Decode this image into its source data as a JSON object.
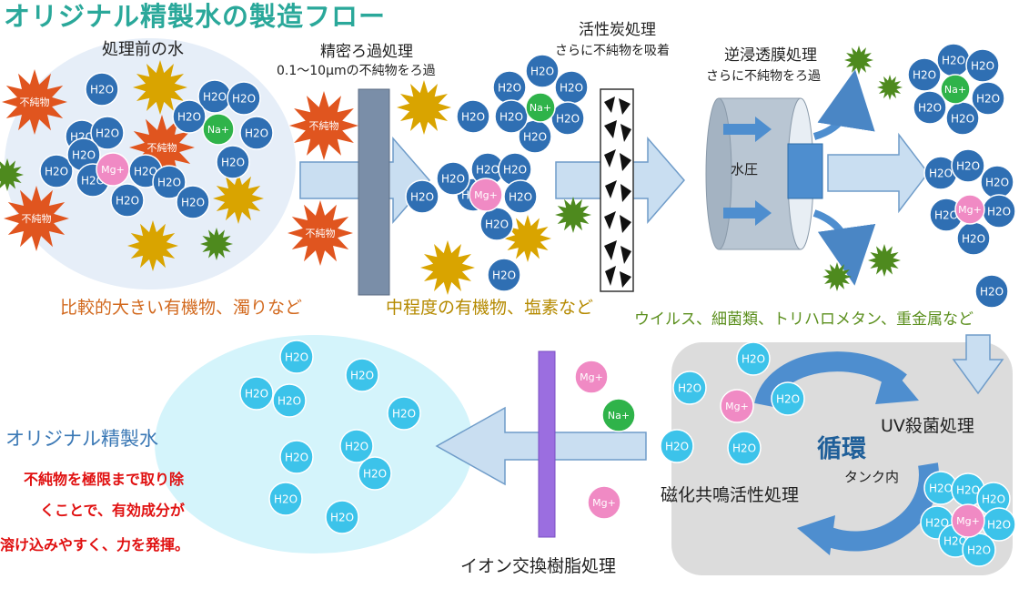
{
  "title": "オリジナル精製水の製造フロー",
  "labels": {
    "before_water": "処理前の水",
    "microfilter": "精密ろ過処理",
    "microfilter_sub": "0.1～10μmの不純物をろ過",
    "carbon": "活性炭処理",
    "carbon_sub": "さらに不純物を吸着",
    "ro": "逆浸透膜処理",
    "ro_sub": "さらに不純物をろ過",
    "pressure": "水圧",
    "uv": "UV殺菌処理",
    "circulation": "循環",
    "tank": "タンク内",
    "magnetic": "磁化共鳴活性処理",
    "ion_exchange": "イオン交換樹脂処理",
    "original": "オリジナル精製水"
  },
  "categories": {
    "large": "比較的大きい有機物、濁りなど",
    "medium": "中程度の有機物、塩素など",
    "small": "ウイルス、細菌類、トリハロメタン、重金属など"
  },
  "description": [
    "不純物を極限まで取り除",
    "くことで、有効成分が",
    "溶け込みやすく、力を発揮。"
  ],
  "tokens": {
    "impurity": "不純物",
    "h2o": "H2O",
    "na": "Na+",
    "mg": "Mg+"
  },
  "colors": {
    "title": "#2aa89a",
    "water_dark": "#2f6fb3",
    "water_light": "#3cc3ea",
    "na": "#2fb34a",
    "mg": "#f08ac4",
    "impurity_red": "#e0551f",
    "impurity_gold": "#d9a400",
    "impurity_green": "#4e8a1e",
    "arrow": "#bcd6ee"
  }
}
